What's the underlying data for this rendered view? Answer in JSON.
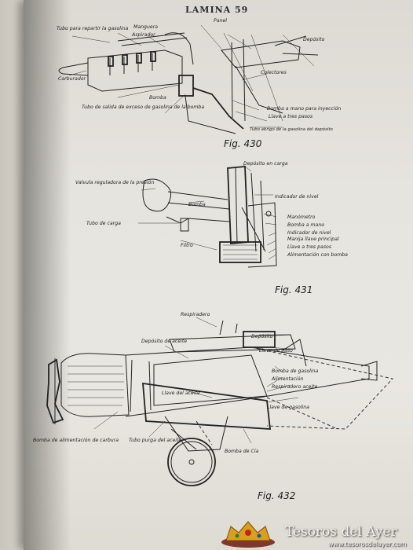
{
  "page": {
    "heading": "LAMINA 59"
  },
  "fig430": {
    "caption": "Fig. 430",
    "labels": [
      "Tubo para repartir la gasolina",
      "Manguera",
      "Aspirador",
      "Panel",
      "Depósito",
      "Carburador",
      "Colectores",
      "Bomba",
      "Tubo de salida de exceso de gasolina de la bomba",
      "Bomba a mano para inyección",
      "Llave a tres pasos",
      "Tubo abrigo de la gasolina del depósito"
    ]
  },
  "fig431": {
    "caption": "Fig. 431",
    "labels": [
      "Depósito en carga",
      "Valvula reguladora de la presión",
      "Bomba",
      "Indicador de nivel",
      "Tubo de carga",
      "Manómetro",
      "Bomba a mano",
      "Indicador de nivel",
      "Manija llave principal",
      "Filtro",
      "Llave a tres pasos",
      "Alimentación con bomba"
    ]
  },
  "fig432": {
    "caption": "Fig. 432",
    "labels": [
      "Respiradero",
      "Depósito",
      "Depósito de aceite",
      "Llave de paso",
      "Bomba de gasolina",
      "Alimentación",
      "Respiradero aceite",
      "Llave del aceite",
      "Llave de gasolina",
      "Bomba de alimentación de carbura",
      "Tubo purga del aceite",
      "Bomba de Cía"
    ]
  },
  "watermark": {
    "brand": "Tesoros del Ayer",
    "url": "www.tesorosdelayer.com"
  }
}
